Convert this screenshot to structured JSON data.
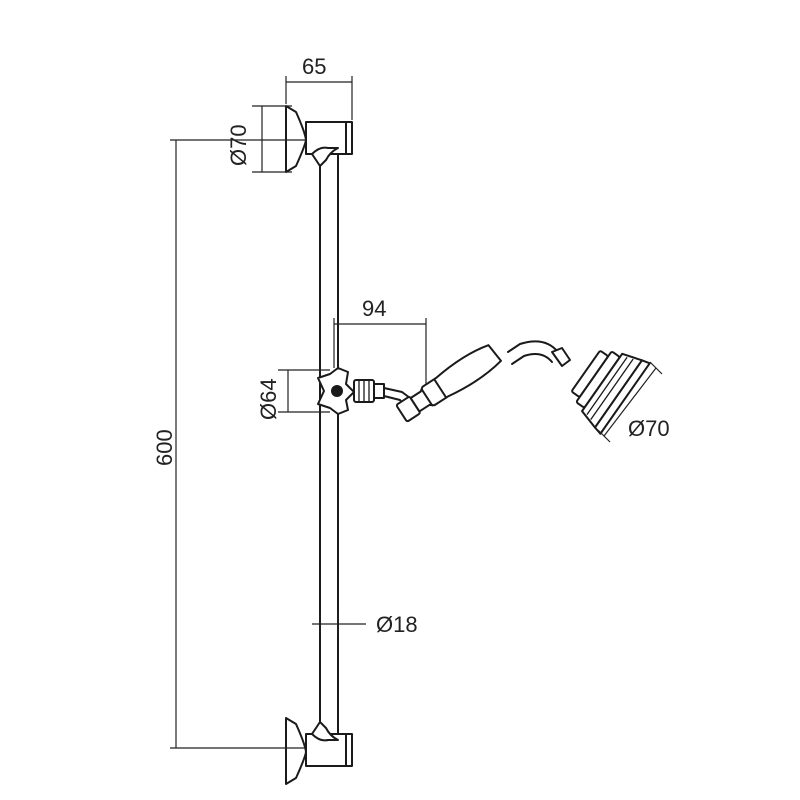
{
  "drawing": {
    "dimensions": {
      "bracket_projection": "65",
      "bracket_diameter": "Ø70",
      "slider_offset": "94",
      "slider_diameter": "Ø64",
      "bar_length": "600",
      "bar_diameter": "Ø18",
      "head_diameter": "Ø70"
    }
  }
}
